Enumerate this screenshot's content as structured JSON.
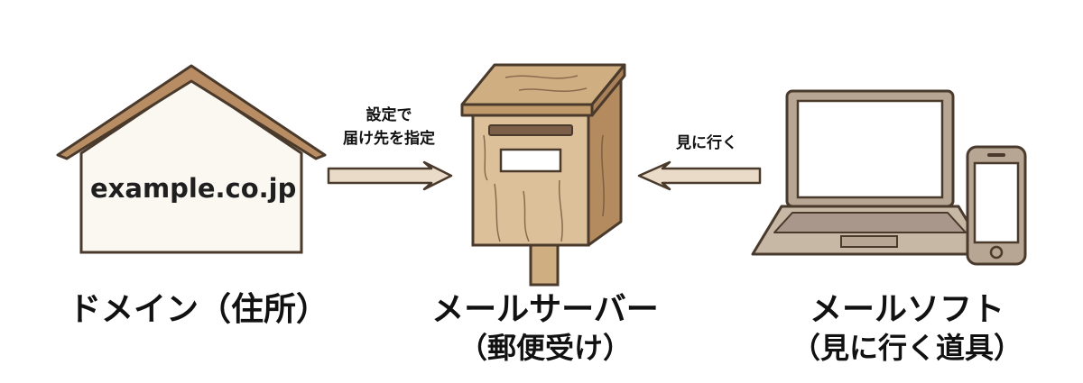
{
  "domain_panel": {
    "domain_text": "example.co.jp",
    "title": "ドメイン（住所）"
  },
  "arrow_left": {
    "line1": "設定で",
    "line2": "届け先を指定"
  },
  "mail_server_panel": {
    "title": "メールサーバー",
    "subtitle": "（郵便受け）"
  },
  "arrow_right": {
    "label": "見に行く"
  },
  "mail_soft_panel": {
    "title": "メールソフト",
    "subtitle": "（見に行く道具）"
  },
  "colors": {
    "outline": "#4a3a2c",
    "roof": "#b98d63",
    "house_fill": "#fbf8f2",
    "wood_light": "#dcc09a",
    "wood_mid": "#cfae82",
    "wood_dark": "#b48b5f",
    "device_body": "#b7a693",
    "screen": "#ffffff",
    "arrow_fill": "#eadbc8"
  }
}
